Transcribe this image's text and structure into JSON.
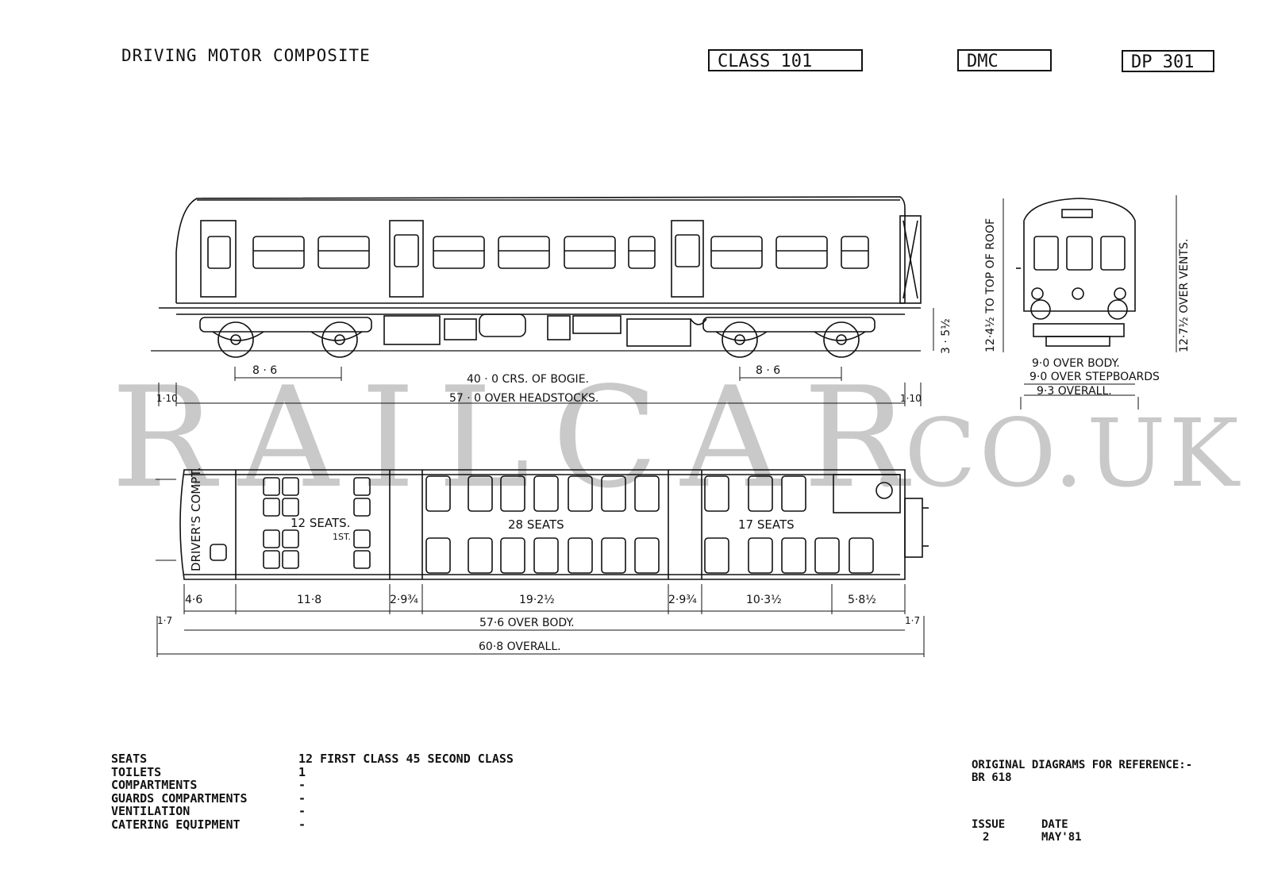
{
  "header": {
    "title": "DRIVING MOTOR COMPOSITE",
    "class": "CLASS 101",
    "type": "DMC",
    "diagram_no": "DP 301"
  },
  "watermark": {
    "text": "RAILCAR",
    "suffix": ".CO.UK"
  },
  "side_view": {
    "bogie_wheelbase_left": "8 · 6",
    "bogie_wheelbase_right": "8 · 6",
    "bogie_centres": "40 · 0  CRS. OF BOGIE.",
    "over_headstocks": "57 · 0  OVER HEADSTOCKS.",
    "overhang_left": "1·10",
    "overhang_right": "1·10",
    "height_rail": "3 · 5½"
  },
  "end_view": {
    "to_top_of_roof": "12·4½ TO TOP OF ROOF",
    "over_vents": "12·7½ OVER VENTS.",
    "over_body": "9·0 OVER BODY.",
    "over_stepboards": "9·0 OVER STEPBOARDS",
    "overall": "9·3 OVERALL."
  },
  "plan_view": {
    "drivers_comp": "DRIVER'S COMPT.",
    "seats_first": "12 SEATS.",
    "first_mark": "1ST.",
    "seats_second_a": "28 SEATS",
    "seats_second_b": "17 SEATS",
    "dims": [
      "4·6",
      "11·8",
      "2·9¾",
      "19·2½",
      "2·9¾",
      "10·3½",
      "5·8½"
    ],
    "end_left": "1·7",
    "end_right": "1·7",
    "over_body": "57·6  OVER BODY.",
    "overall": "60·8  OVERALL."
  },
  "specs": {
    "labels": [
      "SEATS",
      "TOILETS",
      "COMPARTMENTS",
      "GUARDS COMPARTMENTS",
      "VENTILATION",
      "CATERING EQUIPMENT"
    ],
    "values": [
      "12 FIRST CLASS 45 SECOND CLASS",
      "1",
      "-",
      "-",
      "-",
      "-"
    ]
  },
  "reference": {
    "label": "ORIGINAL DIAGRAMS FOR REFERENCE:-",
    "value": "BR 618"
  },
  "issue": {
    "issue_label": "ISSUE",
    "date_label": "DATE",
    "issue_value": "2",
    "date_value": "MAY'81"
  }
}
